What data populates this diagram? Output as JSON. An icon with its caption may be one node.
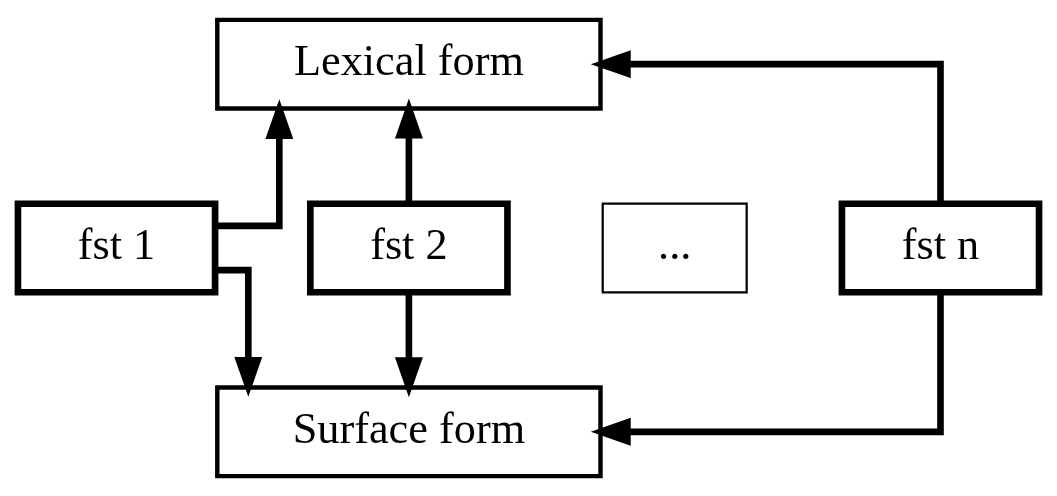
{
  "diagram": {
    "nodes": [
      {
        "text": [
          "Lexical form"
        ]
      },
      {
        "text": [
          "fst 1"
        ]
      },
      {
        "text": [
          "fst 2"
        ]
      },
      {
        "text": [
          "..."
        ]
      },
      {
        "text": [
          "fst n"
        ]
      },
      {
        "text": [
          "Surface form"
        ]
      }
    ],
    "edges": [
      {
        "from": 1,
        "to": 0,
        "arrow": "to"
      },
      {
        "from": 2,
        "to": 0,
        "arrow": "to"
      },
      {
        "from": 4,
        "to": 0,
        "arrow": "to"
      },
      {
        "from": 1,
        "to": 5,
        "arrow": "to"
      },
      {
        "from": 2,
        "to": 5,
        "arrow": "to"
      },
      {
        "from": 4,
        "to": 5,
        "arrow": "to"
      }
    ]
  }
}
